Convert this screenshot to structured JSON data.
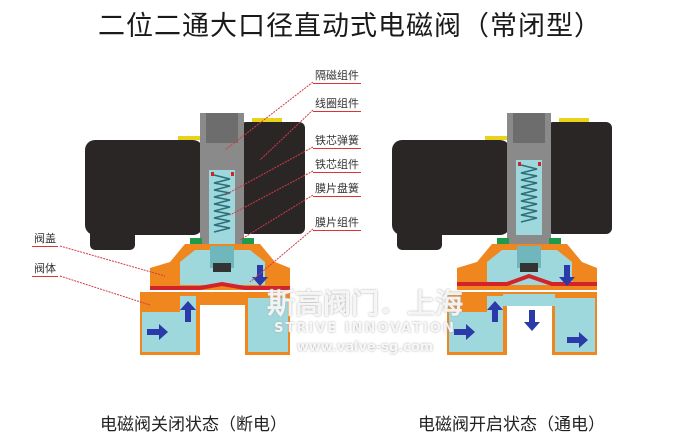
{
  "title": "二位二通大口径直动式电磁阀（常闭型）",
  "labels": {
    "isolating_tube": "隔磁组件",
    "coil": "线圈组件",
    "core_spring": "铁芯弹簧",
    "core": "铁芯组件",
    "diaphragm_spring": "膜片盘簧",
    "diaphragm": "膜片组件",
    "bonnet": "阀盖",
    "body": "阀体"
  },
  "captions": {
    "closed": "电磁阀关闭状态（断电）",
    "open": "电磁阀开启状态（通电）"
  },
  "watermark": {
    "brand": "斯高阀门．上海",
    "slogan": "STRIVE INNOVATION",
    "url": "www.valve-sg.com"
  },
  "colors": {
    "body": "#f0861e",
    "fluid": "#9fd8dc",
    "coil": "#2a2626",
    "tube": "#8a8a8a",
    "arrow": "#2a3aa8",
    "diaphragm": "#d2232a",
    "seal": "#1f9a4a",
    "leader": "#d33a4a"
  }
}
